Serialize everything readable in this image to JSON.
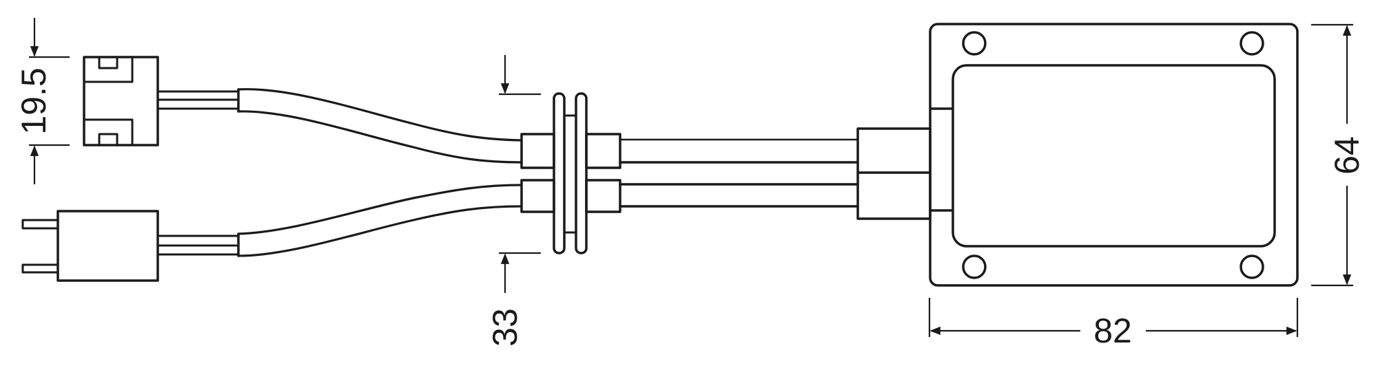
{
  "diagram": {
    "type": "technical-drawing",
    "subject": "Cable harness with connectors, grommet and control box",
    "stroke_color": "#1a1a1a",
    "background": "#ffffff"
  },
  "dimensions": {
    "connector_height": {
      "label": "19.5",
      "orientation": "vertical"
    },
    "grommet_height": {
      "label": "33",
      "orientation": "vertical"
    },
    "box_height": {
      "label": "64",
      "orientation": "vertical"
    },
    "box_width": {
      "label": "82",
      "orientation": "horizontal"
    }
  },
  "components": [
    {
      "id": "socket-connector",
      "description": "Upper socket connector with two latch tabs"
    },
    {
      "id": "plug-connector",
      "description": "Lower two-pin plug connector"
    },
    {
      "id": "upper-cable",
      "description": "Upper curved cable jacket"
    },
    {
      "id": "lower-cable",
      "description": "Lower curved cable jacket"
    },
    {
      "id": "grommet",
      "description": "Double-flange rubber grommet with cable sleeves"
    },
    {
      "id": "control-box",
      "description": "Rectangular control box with four mounting holes"
    }
  ]
}
